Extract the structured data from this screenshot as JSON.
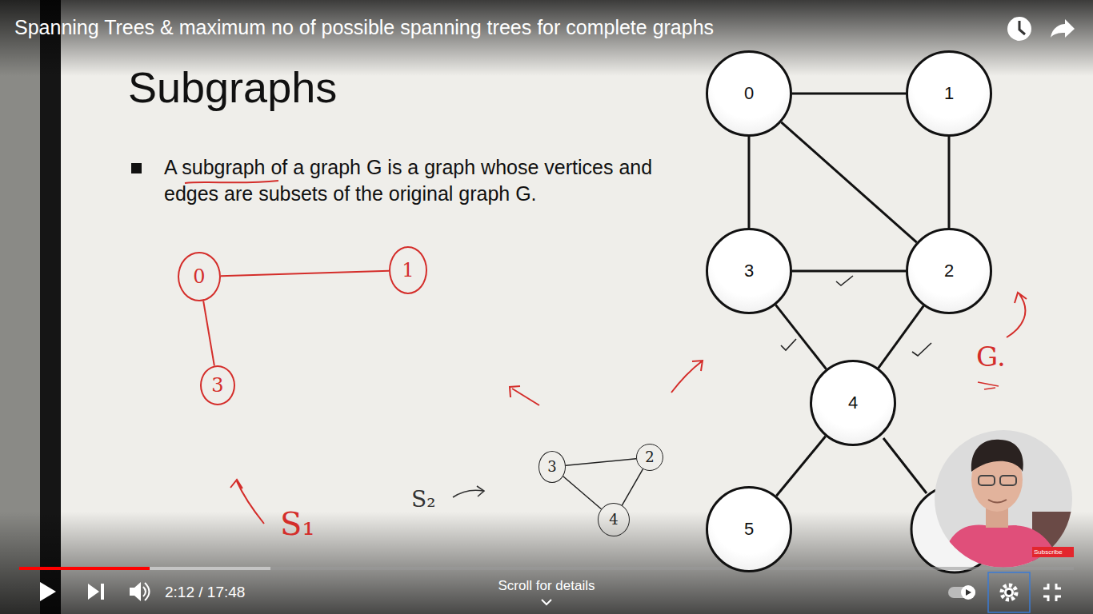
{
  "diagram": {
    "title": "Subgraphs",
    "nodes": [
      {
        "text": [
          "0"
        ]
      },
      {
        "text": [
          "1"
        ]
      },
      {
        "text": [
          "3"
        ]
      },
      {
        "text": [
          "2"
        ]
      },
      {
        "text": [
          "4"
        ]
      },
      {
        "text": [
          "5"
        ]
      },
      {
        "text": [
          "0"
        ]
      },
      {
        "text": [
          "1"
        ]
      },
      {
        "text": [
          "3"
        ]
      },
      {
        "text": [
          "3"
        ]
      },
      {
        "text": [
          "2"
        ]
      },
      {
        "text": [
          "4"
        ]
      }
    ],
    "edges": [
      {
        "from": 0,
        "to": 1,
        "arrow": "none"
      },
      {
        "from": 0,
        "to": 2,
        "arrow": "none"
      },
      {
        "from": 0,
        "to": 3,
        "arrow": "none"
      },
      {
        "from": 1,
        "to": 3,
        "arrow": "none"
      },
      {
        "from": 2,
        "to": 3,
        "arrow": "none"
      },
      {
        "from": 2,
        "to": 4,
        "arrow": "none"
      },
      {
        "from": 3,
        "to": 4,
        "arrow": "none"
      },
      {
        "from": 4,
        "to": 5,
        "arrow": "none"
      },
      {
        "from": 6,
        "to": 7,
        "arrow": "none"
      },
      {
        "from": 6,
        "to": 8,
        "arrow": "none"
      },
      {
        "from": 9,
        "to": 10,
        "arrow": "none"
      },
      {
        "from": 9,
        "to": 11,
        "arrow": "none"
      },
      {
        "from": 10,
        "to": 11,
        "arrow": "none"
      }
    ],
    "labels": [
      "Spanning Trees & maximum no of possible spanning trees for complete graphs",
      "A subgraph of a graph G is a graph whose vertices and edges are subsets of the original graph G.",
      "G.",
      "S₁",
      "S₂",
      "2:12 / 17:48",
      "Scroll for details",
      "Subscribe"
    ]
  }
}
